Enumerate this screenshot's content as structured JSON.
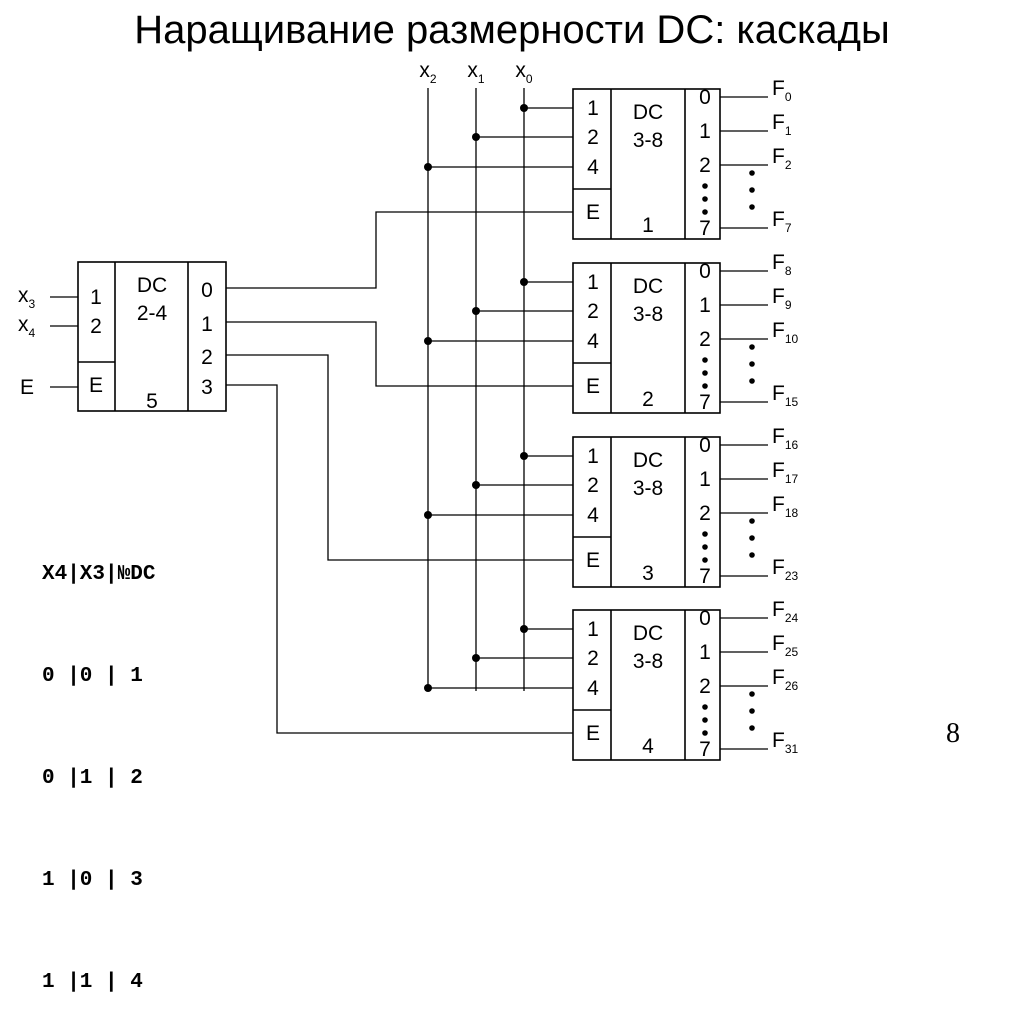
{
  "title": "Наращивание размерности DC: каскады",
  "page_number": "8",
  "truth_table": {
    "header": "X4|X3|№DC",
    "rows": [
      "0 |0 | 1",
      "0 |1 | 2",
      "1 |0 | 3",
      "1 |1 | 4"
    ]
  },
  "inputs": {
    "bus": [
      {
        "var": "x",
        "sub": "2"
      },
      {
        "var": "x",
        "sub": "1"
      },
      {
        "var": "x",
        "sub": "0"
      }
    ],
    "left": [
      {
        "var": "x",
        "sub": "3"
      },
      {
        "var": "x",
        "sub": "4"
      }
    ],
    "enable": "E"
  },
  "first_decoder": {
    "title": "DC",
    "type": "2-4",
    "number": "5",
    "inputs": [
      "1",
      "2"
    ],
    "enable": "E",
    "outputs": [
      "0",
      "1",
      "2",
      "3"
    ]
  },
  "cascade": {
    "title": "DC",
    "type": "3-8",
    "inputs": [
      "1",
      "2",
      "4"
    ],
    "enable": "E",
    "outputs": [
      "0",
      "1",
      "2",
      "7"
    ],
    "decoders": [
      {
        "number": "1",
        "outputs": [
          {
            "var": "F",
            "sub": "0"
          },
          {
            "var": "F",
            "sub": "1"
          },
          {
            "var": "F",
            "sub": "2"
          },
          {
            "var": "F",
            "sub": "7"
          }
        ]
      },
      {
        "number": "2",
        "outputs": [
          {
            "var": "F",
            "sub": "8"
          },
          {
            "var": "F",
            "sub": "9"
          },
          {
            "var": "F",
            "sub": "10"
          },
          {
            "var": "F",
            "sub": "15"
          }
        ]
      },
      {
        "number": "3",
        "outputs": [
          {
            "var": "F",
            "sub": "16"
          },
          {
            "var": "F",
            "sub": "17"
          },
          {
            "var": "F",
            "sub": "18"
          },
          {
            "var": "F",
            "sub": "23"
          }
        ]
      },
      {
        "number": "4",
        "outputs": [
          {
            "var": "F",
            "sub": "24"
          },
          {
            "var": "F",
            "sub": "25"
          },
          {
            "var": "F",
            "sub": "26"
          },
          {
            "var": "F",
            "sub": "31"
          }
        ]
      }
    ]
  }
}
